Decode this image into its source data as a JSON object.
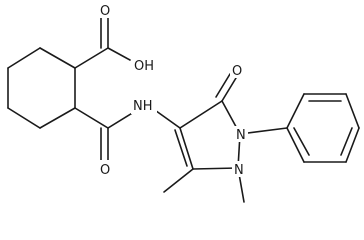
{
  "molecule": {
    "atoms": {
      "oh": "OH",
      "o_acid": "O",
      "o_amide": "O",
      "o_ketone": "O",
      "nh": "NH",
      "n1": "N",
      "n2": "N"
    }
  }
}
